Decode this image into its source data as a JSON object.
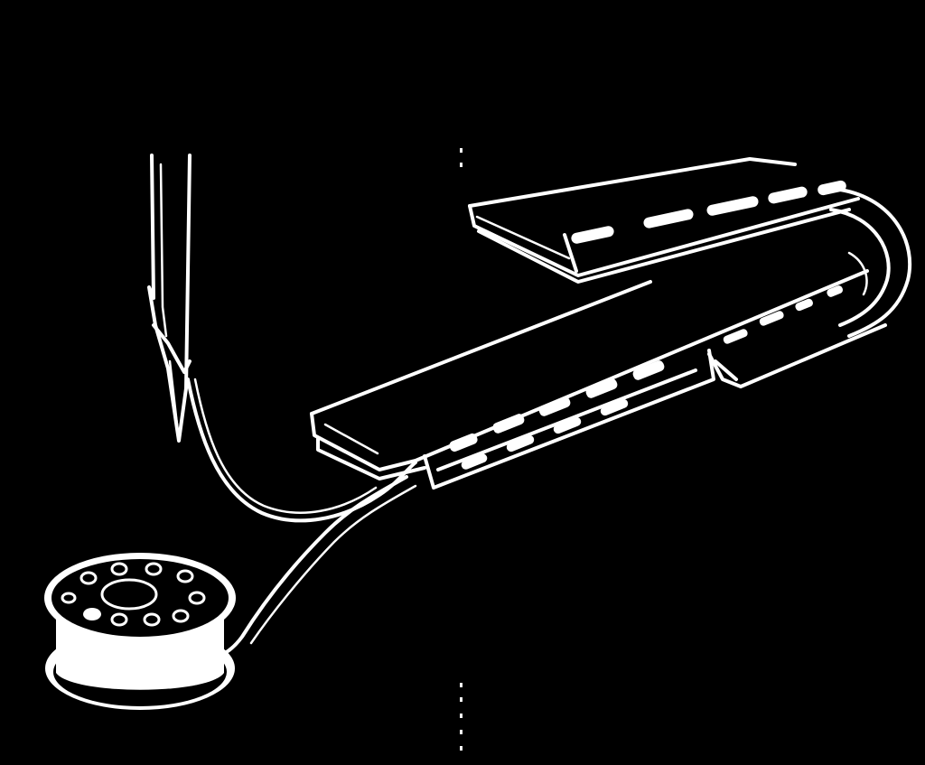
{
  "scene": {
    "background_color": "#000000",
    "line_color": "#ffffff",
    "subject": [
      "sewing-needle",
      "thread",
      "bobbin",
      "bent-slotted-plate"
    ]
  }
}
